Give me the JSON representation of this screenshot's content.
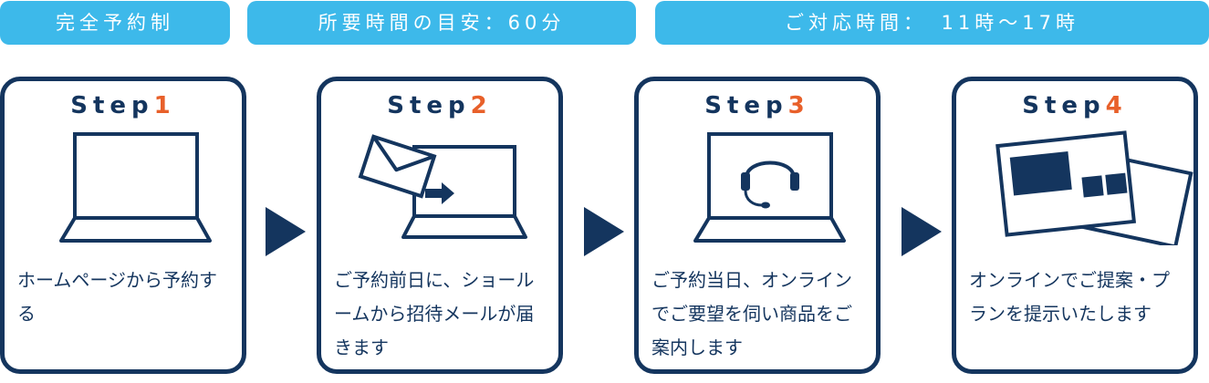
{
  "header": {
    "badges": [
      {
        "label": "完全予約制"
      },
      {
        "label": "所要時間の目安：60分"
      },
      {
        "label": "ご対応時間：　11時〜17時"
      }
    ]
  },
  "steps": [
    {
      "word": "Step",
      "number": "1",
      "description": "ホームページから予約する",
      "icon": "laptop-icon"
    },
    {
      "word": "Step",
      "number": "2",
      "description": "ご予約前日に、ショールームから招待メールが届きます",
      "icon": "laptop-envelope-icon"
    },
    {
      "word": "Step",
      "number": "3",
      "description": "ご予約当日、オンラインでご要望を伺い商品をご案内します",
      "icon": "laptop-headset-icon"
    },
    {
      "word": "Step",
      "number": "4",
      "description": "オンラインでご提案・プランを提示いたします",
      "icon": "presentation-slides-icon"
    }
  ],
  "colors": {
    "navy": "#14355e",
    "accent": "#e8602a",
    "badge": "#3db9ea"
  }
}
